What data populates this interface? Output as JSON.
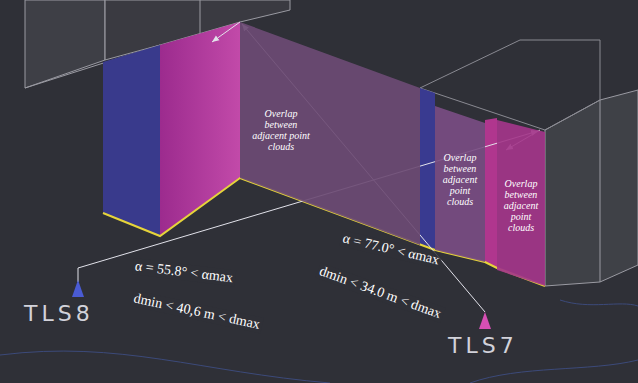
{
  "diagram": {
    "nodes": [
      {
        "text": [
          "Overlap between adjacent point clouds"
        ]
      },
      {
        "text": [
          "Overlap between adjacent point clouds"
        ]
      },
      {
        "text": [
          "Overlap between adjacent point clouds"
        ]
      }
    ],
    "labels": [
      "α = 55.8° < αmax",
      "dmin < 40,6 m < dmax",
      "α = 77.0° < αmax",
      "dmin < 34.0 m < dmax",
      "TLS8",
      "TLS7"
    ]
  }
}
